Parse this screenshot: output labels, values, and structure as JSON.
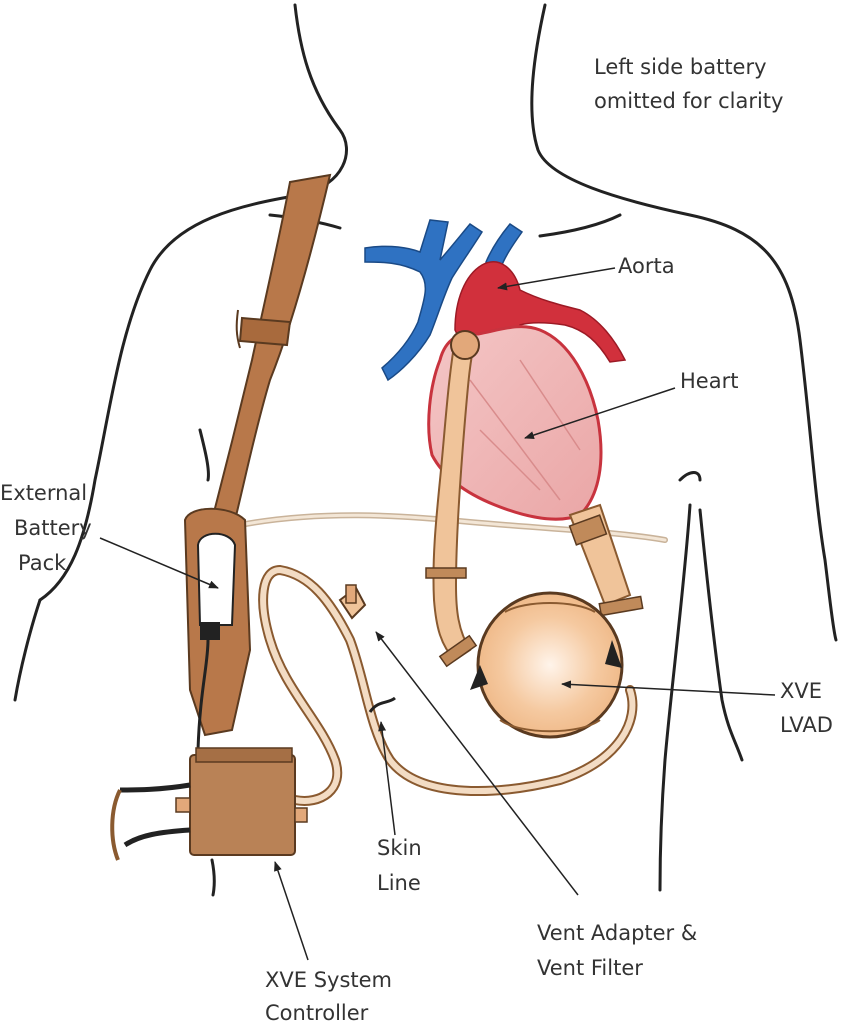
{
  "note": {
    "line1": "Left side battery",
    "line2": "omitted for clarity"
  },
  "labels": {
    "aorta": "Aorta",
    "heart": "Heart",
    "battery": {
      "line1": "External",
      "line2": "Battery",
      "line3": "Pack"
    },
    "lvad": {
      "line1": "XVE",
      "line2": "LVAD"
    },
    "skin_line": {
      "line1": "Skin",
      "line2": "Line"
    },
    "vent": {
      "line1": "Vent Adapter &",
      "line2": "Vent Filter"
    },
    "controller": {
      "line1": "XVE System",
      "line2": "Controller"
    }
  },
  "colors": {
    "outline": "#222222",
    "vein_blue": "#2f72c2",
    "aorta_red": "#d1303c",
    "heart_pink": "#f0b8b8",
    "device_tan": "#f0c49a",
    "strap_brown": "#b8784a",
    "controller_brown": "#b98256"
  }
}
